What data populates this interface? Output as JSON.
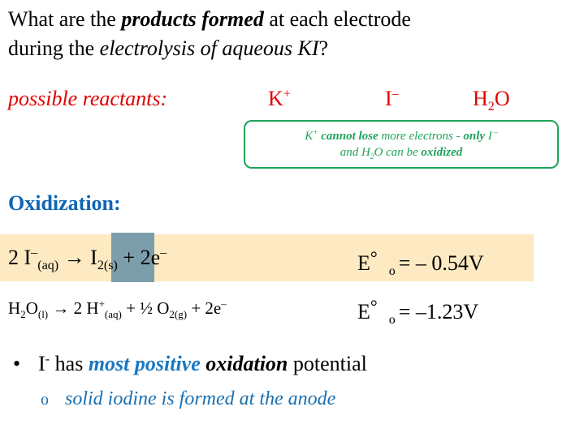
{
  "title": {
    "line1_pre": "What are the ",
    "line1_bold": "products formed",
    "line1_post": " at each electrode",
    "line2_pre": "during the ",
    "line2_italic": "electrolysis of aqueous KI",
    "line2_post": "?"
  },
  "reactants": {
    "label": "possible reactants:",
    "items": [
      {
        "base": "K",
        "sup": "+"
      },
      {
        "base": "I",
        "sup": "–"
      },
      {
        "base": "H",
        "sub": "2",
        "tail": "O"
      }
    ]
  },
  "callout": {
    "k": "K",
    "k_sup": "+",
    "bold1": " cannot lose",
    "text1": " more electrons - ",
    "bold2": "only",
    "text2": " I",
    "i_sup": " –",
    "line2_pre": "and H",
    "h_sub": "2",
    "line2_mid": "O can be ",
    "bold3": "oxidized",
    "border_color": "#1fa35a"
  },
  "heading": "Oxidization:",
  "reaction1": {
    "coef": "2 I",
    "ion_sup": "–",
    "ion_state": "(aq)",
    "arrow": " → ",
    "product": "I",
    "product_sub": "2(s)",
    "rest": " + 2e",
    "e_sup": "–",
    "e_label": "E",
    "e_circ": "°",
    "e_sub": "o",
    "e_value": "= – 0.54V",
    "band_color": "#fde9c2",
    "highlight_color": "#7c9eaa"
  },
  "reaction2": {
    "h": "H",
    "h_sub": "2",
    "o": "O",
    "o_state": "(l)",
    "arrow": " → 2 H",
    "hplus_sup": "+",
    "hplus_state": "(aq)",
    "mid": " + ½ O",
    "o2_sub": "2(g)",
    "rest": " + 2e",
    "e_sup": "–",
    "e_label": "E",
    "e_circ": "°",
    "e_sub": "o",
    "e_value": "= –1.23V"
  },
  "bullets": {
    "marker": "•",
    "ion": "I",
    "ion_sup": "-",
    "has": " has ",
    "blue_bold": "most positive",
    "black_bold": " oxidation",
    "tail": " potential",
    "sub_marker": "o",
    "sub_text": "solid iodine is formed at the anode"
  }
}
